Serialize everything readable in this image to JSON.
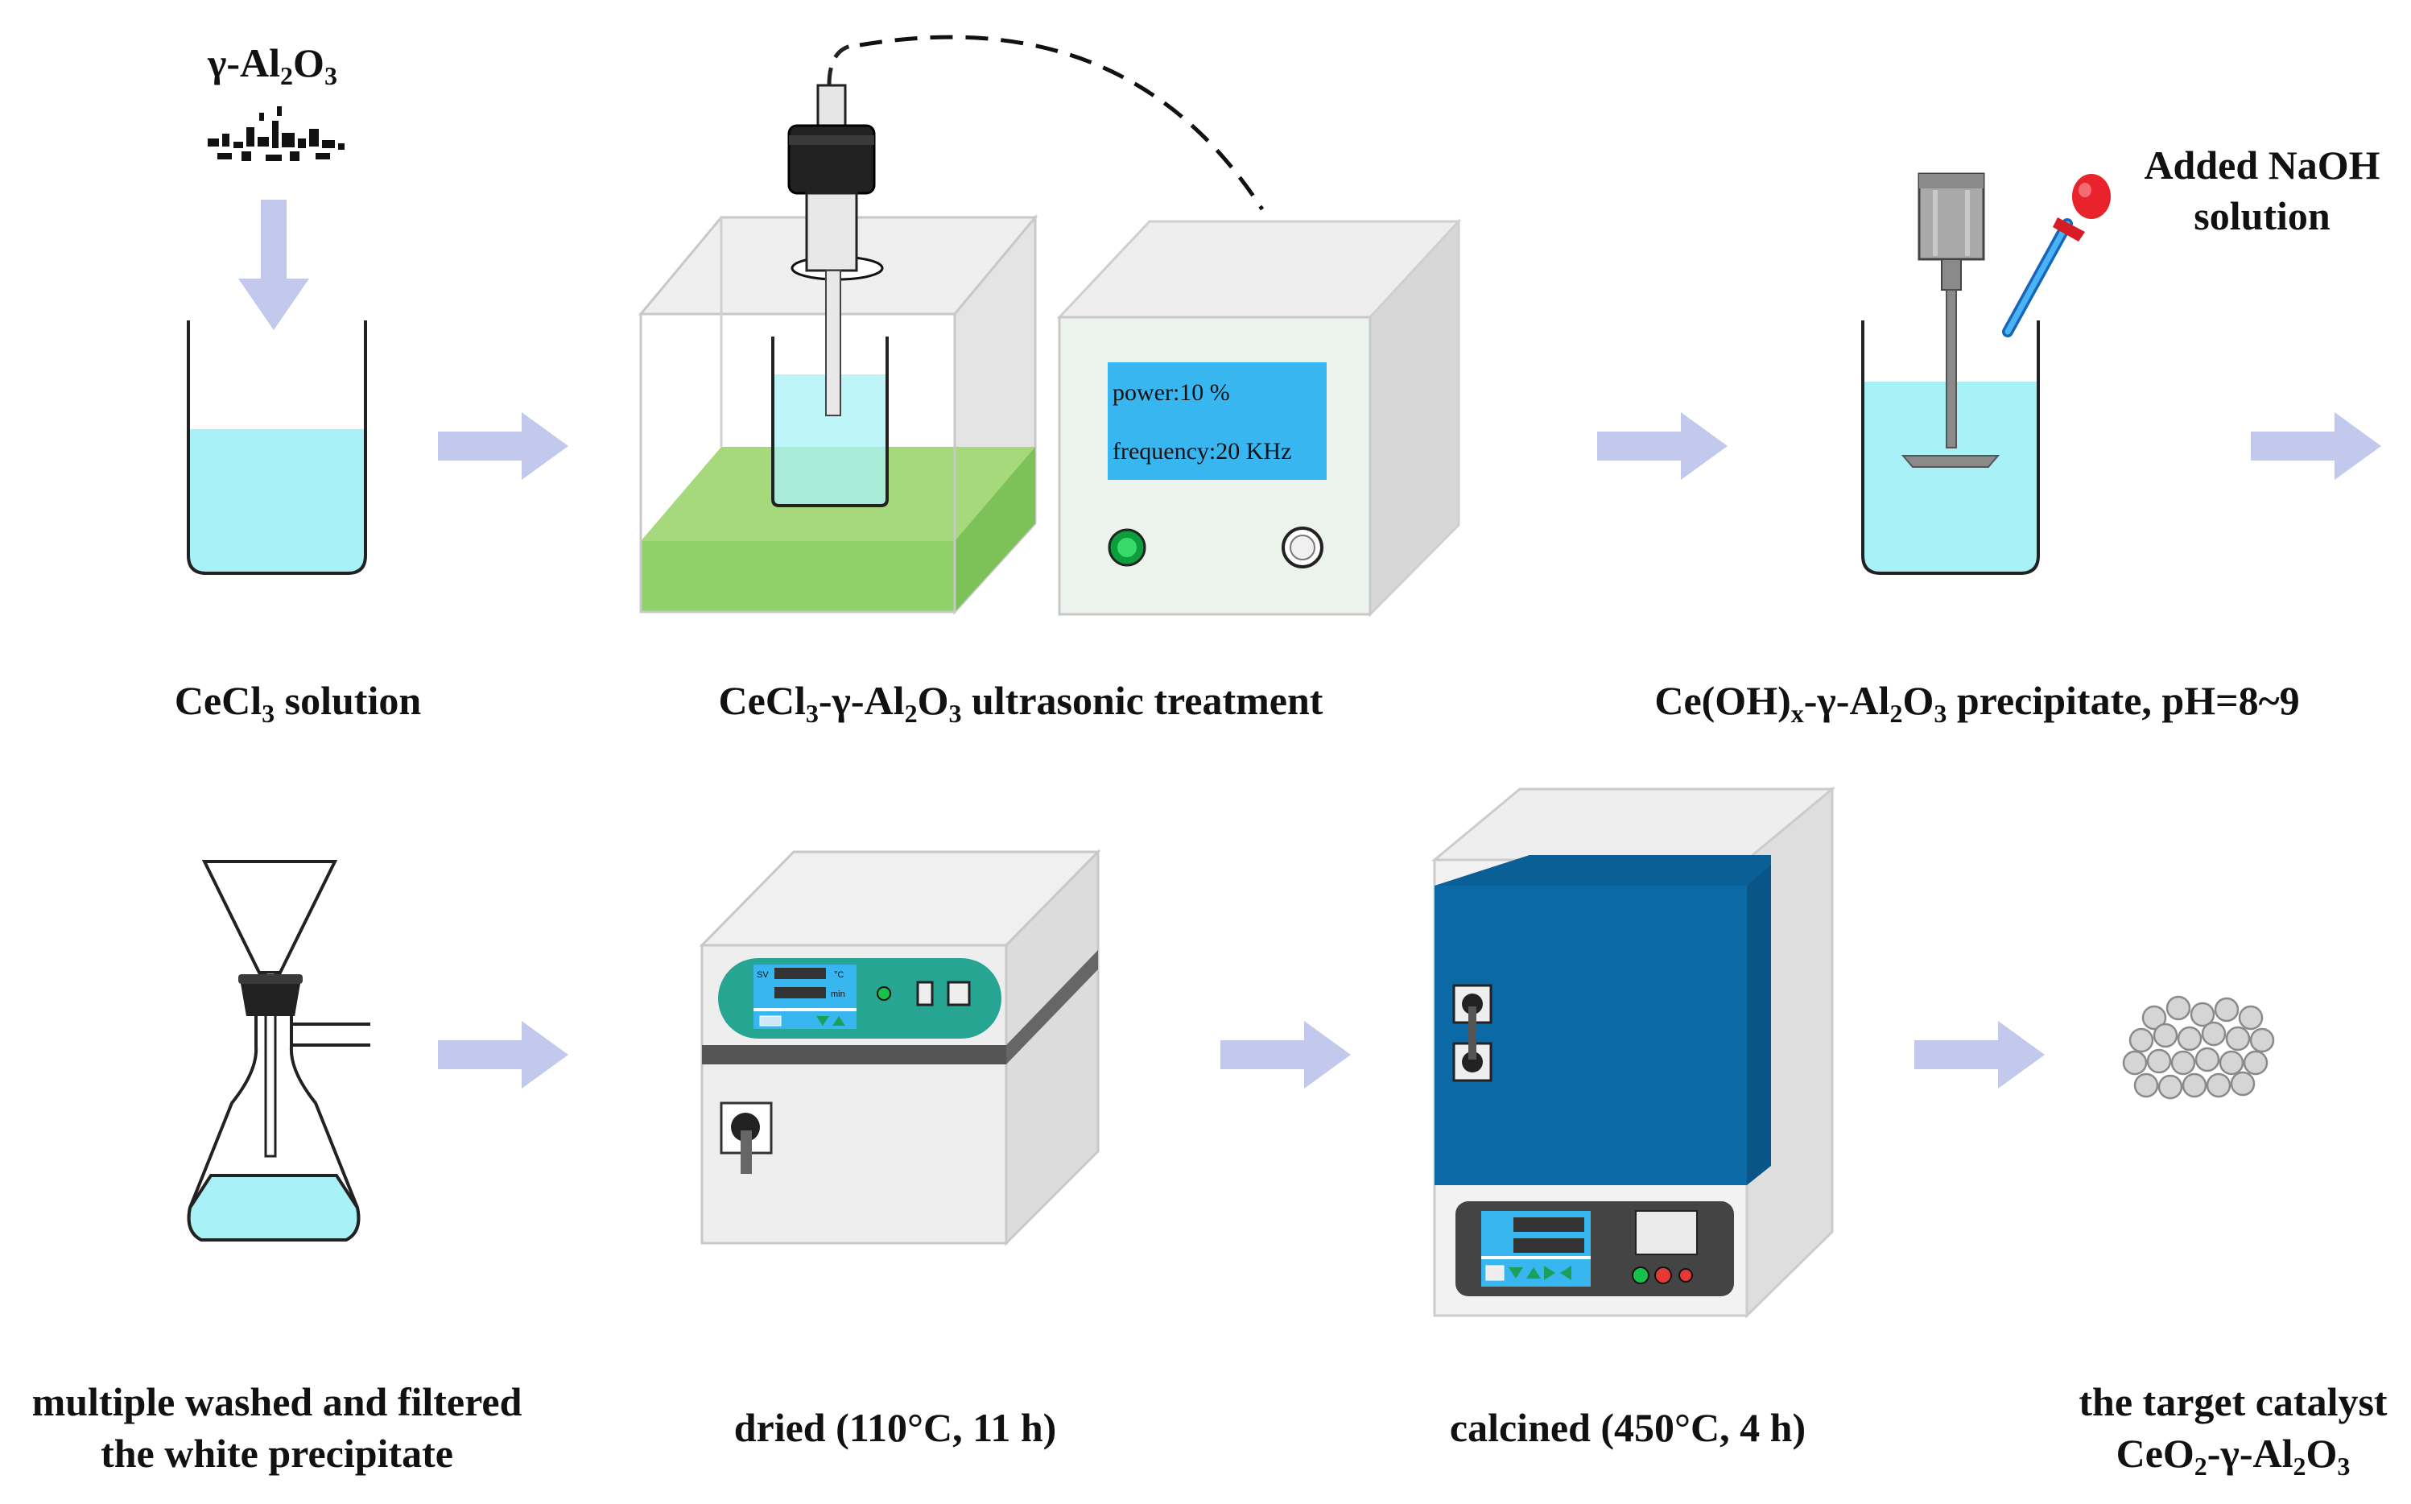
{
  "colors": {
    "liquid": "#a8f2f7",
    "arrow": "#c2c9ec",
    "bath_green": "#8fd16a",
    "oven_teal": "#25a592",
    "furnace_blue": "#0b6aa6",
    "screen_blue": "#38b6f0"
  },
  "steps": {
    "s1": {
      "label_main": "CeCl",
      "label_sub": "3",
      "label_tail": " solution",
      "powder_main": "γ-Al",
      "powder_sub1": "2",
      "powder_mid": "O",
      "powder_sub2": "3"
    },
    "s2": {
      "label_a": "CeCl",
      "label_a_sub": "3",
      "label_b": "-γ-Al",
      "label_b_sub": "2",
      "label_c": "O",
      "label_c_sub": "3",
      "label_tail": " ultrasonic treatment",
      "screen_power": "power:10 %",
      "screen_freq": "frequency:20 KHz"
    },
    "s3": {
      "label_a": "Ce(OH)",
      "label_a_sub": "x",
      "label_b": "-γ-Al",
      "label_b_sub": "2",
      "label_c": "O",
      "label_c_sub": "3",
      "label_tail": " precipitate, pH=8~9",
      "naoh_line1": "Added NaOH",
      "naoh_line2": "solution"
    },
    "s4": {
      "label_line1": "multiple washed and filtered",
      "label_line2": "the white precipitate"
    },
    "s5": {
      "label": "dried (110°C, 11 h)",
      "panel_sv": "SV",
      "panel_unit_c": "°C",
      "panel_unit_min": "min"
    },
    "s6": {
      "label": "calcined (450°C, 4 h)"
    },
    "s7": {
      "label_line1": "the target catalyst",
      "label_a": "CeO",
      "label_a_sub": "2",
      "label_b": "-γ-Al",
      "label_b_sub": "2",
      "label_c": "O",
      "label_c_sub": "3"
    }
  }
}
